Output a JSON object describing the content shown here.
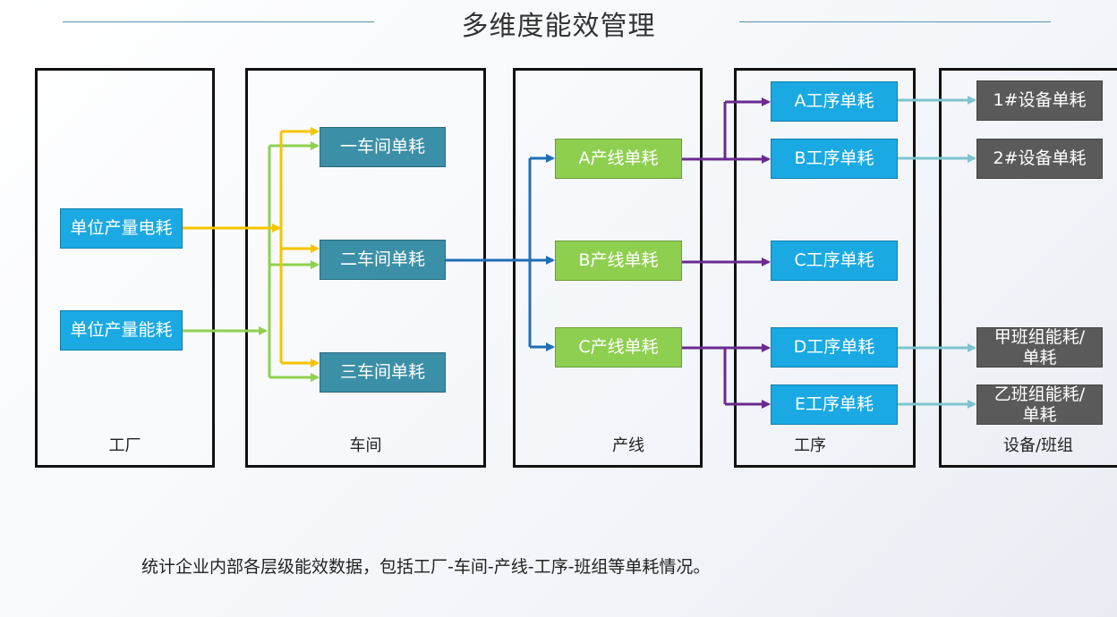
{
  "title": "多维度能效管理",
  "columns": [
    "工厂",
    "车间",
    "产线",
    "工序",
    "设备/班组"
  ],
  "factory": [
    "单位产量电耗",
    "单位产量能耗"
  ],
  "workshops": [
    "一车间单耗",
    "二车间单耗",
    "三车间单耗"
  ],
  "lines": [
    "A产线单耗",
    "B产线单耗",
    "C产线单耗"
  ],
  "processes": [
    "A工序单耗",
    "B工序单耗",
    "C工序单耗",
    "D工序单耗",
    "E工序单耗"
  ],
  "equipment": [
    "1#设备单耗",
    "2#设备单耗",
    "甲班组能耗/单耗",
    "乙班组能耗/单耗"
  ],
  "footer": "统计企业内部各层级能效数据，包括工厂-车间-产线-工序-班组等单耗情况。",
  "colors": {
    "electric_flow": "#f5c400",
    "energy_flow": "#8fd14f",
    "line_flow": "#1f6fb5",
    "process_flow": "#6a2a8f",
    "equipment_flow": "#7fc4cf"
  }
}
